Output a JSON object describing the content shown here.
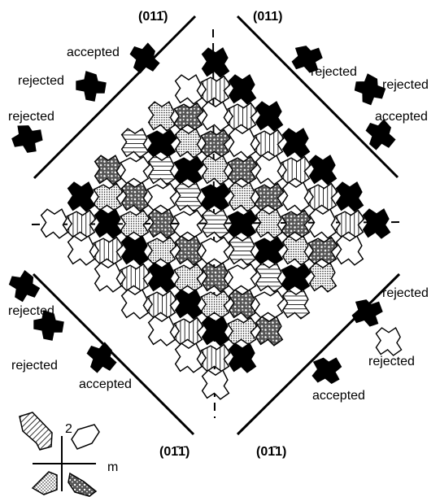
{
  "face_labels": {
    "top_left": "(011̄)",
    "top_right": "(011)",
    "bottom_left": "(01̄1̄)",
    "bottom_right": "(01̄1)"
  },
  "annotations": {
    "tl_accepted": "accepted",
    "tl_rejected_1": "rejected",
    "tl_rejected_2": "rejected",
    "tr_rejected_1": "rejected",
    "tr_rejected_2": "rejected",
    "tr_accepted": "accepted",
    "bl_rejected_1": "rejected",
    "bl_rejected_2": "rejected",
    "bl_accepted": "accepted",
    "br_rejected_1": "rejected",
    "br_rejected_2": "rejected",
    "br_accepted": "accepted"
  },
  "symmetry_key": {
    "axis_label_2": "2",
    "axis_label_m": "m"
  },
  "colors": {
    "line": "#000000",
    "fill_solid": "#000000",
    "fill_open": "#ffffff",
    "fill_hatched": "#ffffff",
    "fill_dotted": "#ffffff"
  },
  "motif_kinds": [
    "hatched",
    "dotted",
    "open",
    "solid",
    "textured"
  ]
}
